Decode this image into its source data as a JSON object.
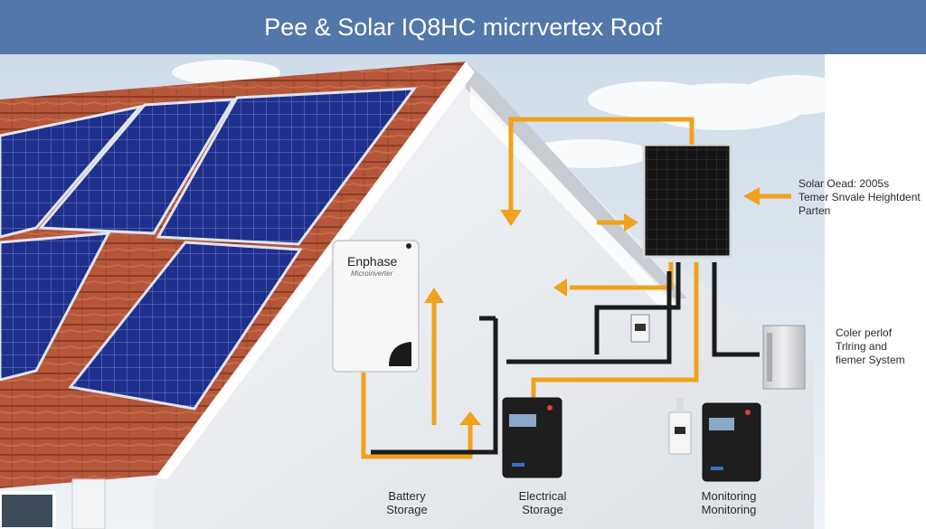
{
  "title": "Pee & Solar IQ8HC micrrvertex Roof",
  "enphase": {
    "brand": "Enphase",
    "subtitle": "Microinverter"
  },
  "labels": {
    "solar_panel": [
      "Solar Oead: 2005s",
      "Temer Snvale Heightdent",
      "Parten"
    ],
    "cooler": [
      "Coler perlof",
      "Trlring and",
      "fiemer System"
    ]
  },
  "captions": {
    "battery": [
      "Battery",
      "Storage"
    ],
    "electrical": [
      "Electrical",
      "Storage"
    ],
    "monitoring": [
      "Monitoring",
      "Monitoring"
    ]
  },
  "colors": {
    "banner": "#5277aa",
    "wire_orange": "#f0a21c",
    "roof_tile": "#b5573a",
    "panel_blue": "#1e2f8a"
  }
}
